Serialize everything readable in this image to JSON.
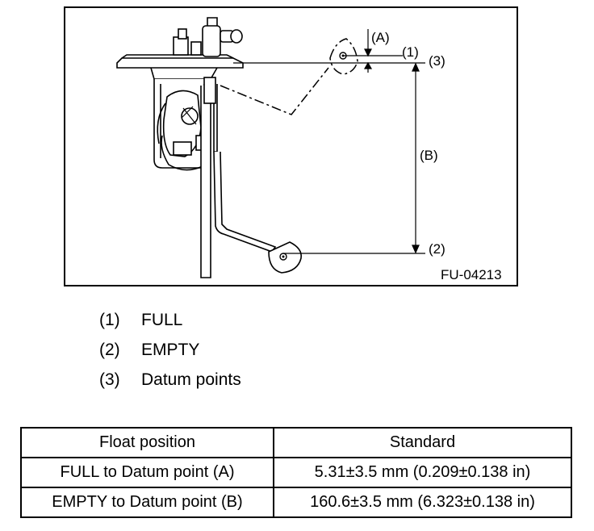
{
  "figure": {
    "id": "FU-04213",
    "callouts": {
      "a": "(A)",
      "b": "(B)",
      "full": "(1)",
      "empty": "(2)",
      "datum": "(3)"
    }
  },
  "legend": [
    {
      "num": "(1)",
      "text": "FULL"
    },
    {
      "num": "(2)",
      "text": "EMPTY"
    },
    {
      "num": "(3)",
      "text": "Datum points"
    }
  ],
  "table": {
    "headers": [
      "Float position",
      "Standard"
    ],
    "rows": [
      [
        "FULL to Datum point (A)",
        "5.31±3.5 mm (0.209±0.138 in)"
      ],
      [
        "EMPTY to Datum point (B)",
        "160.6±3.5 mm (6.323±0.138 in)"
      ]
    ]
  }
}
